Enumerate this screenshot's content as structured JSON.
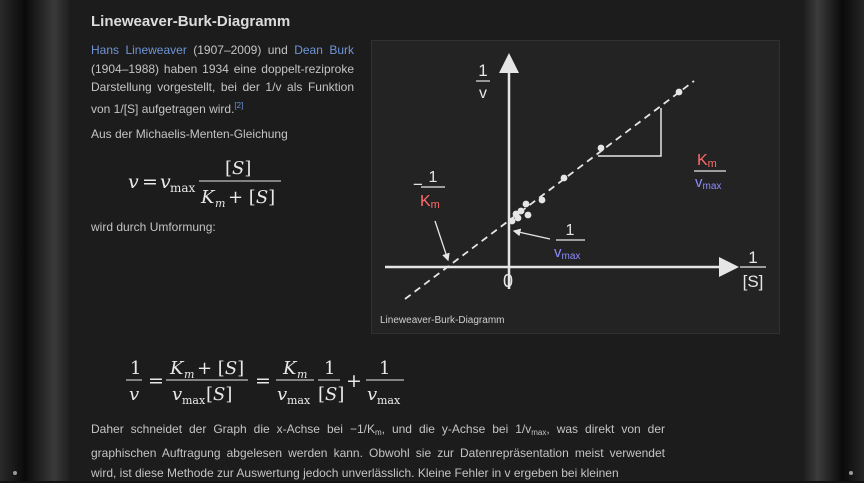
{
  "section": {
    "title": "Lineweaver-Burk-Diagramm"
  },
  "intro": {
    "link1": "Hans Lineweaver",
    "years1": " (1907–2009) und ",
    "link2": "Dean Burk",
    "rest": " (1904–1988) haben 1934 eine doppelt-reziproke Darstellung vorgestellt, bei der 1/v als Funktion von 1/[S] aufgetragen wird.",
    "ref": "[2]"
  },
  "michaelis_lead": "Aus der Michaelis-Menten-Gleichung",
  "transform_lead": "wird durch Umformung:",
  "figure": {
    "caption": "Lineweaver-Burk-Diagramm",
    "y_axis_label_num": "1",
    "y_axis_label_den": "v",
    "x_axis_label_num": "1",
    "x_axis_label_den": "[S]",
    "origin_label": "0",
    "x_intercept_sign": "−",
    "x_intercept_num": "1",
    "x_intercept_den": "K",
    "x_intercept_den_sub": "m",
    "y_intercept_num": "1",
    "y_intercept_den": "v",
    "y_intercept_den_sub": "max",
    "slope_num": "K",
    "slope_num_sub": "m",
    "slope_den": "v",
    "slope_den_sub": "max",
    "colors": {
      "km": "#ff6b6b",
      "vmax": "#8c8cff",
      "axis": "#e6e6e6"
    }
  },
  "conclusion": {
    "t1": "Daher schneidet der Graph die x-Achse bei −1/K",
    "t1_sub": "m",
    "t2": ", und die y-Achse bei 1/v",
    "t2_sub": "max",
    "t3": ", was direkt von der graphischen Auftragung abgelesen werden kann. Obwohl sie zur Datenrepräsentation meist verwendet wird, ist diese Methode zur Auswertung jedoch unverlässlich. Kleine Fehler in v ergeben bei kleinen"
  }
}
